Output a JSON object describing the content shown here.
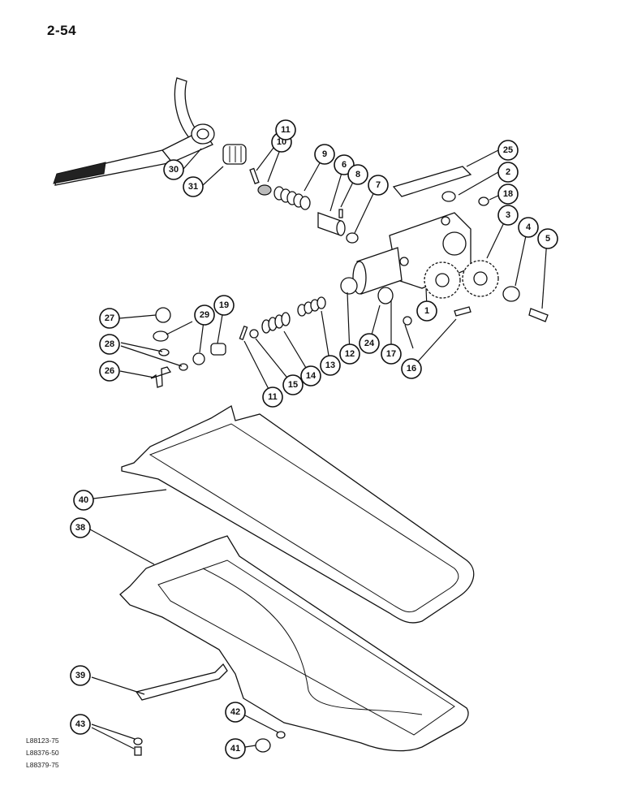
{
  "page": {
    "number": "2-54",
    "references": [
      "L88123-75",
      "L88376-50",
      "L88379-75"
    ]
  },
  "callouts": [
    {
      "id": "c1",
      "label": "1"
    },
    {
      "id": "c2",
      "label": "2"
    },
    {
      "id": "c3",
      "label": "3"
    },
    {
      "id": "c4",
      "label": "4"
    },
    {
      "id": "c5",
      "label": "5"
    },
    {
      "id": "c6",
      "label": "6"
    },
    {
      "id": "c7",
      "label": "7"
    },
    {
      "id": "c8",
      "label": "8"
    },
    {
      "id": "c9",
      "label": "9"
    },
    {
      "id": "c10",
      "label": "10"
    },
    {
      "id": "c11a",
      "label": "11"
    },
    {
      "id": "c11b",
      "label": "11"
    },
    {
      "id": "c12",
      "label": "12"
    },
    {
      "id": "c13",
      "label": "13"
    },
    {
      "id": "c14",
      "label": "14"
    },
    {
      "id": "c15",
      "label": "15"
    },
    {
      "id": "c16",
      "label": "16"
    },
    {
      "id": "c17",
      "label": "17"
    },
    {
      "id": "c18",
      "label": "18"
    },
    {
      "id": "c19",
      "label": "19"
    },
    {
      "id": "c24",
      "label": "24"
    },
    {
      "id": "c25",
      "label": "25"
    },
    {
      "id": "c26",
      "label": "26"
    },
    {
      "id": "c27",
      "label": "27"
    },
    {
      "id": "c28",
      "label": "28"
    },
    {
      "id": "c29",
      "label": "29"
    },
    {
      "id": "c30",
      "label": "30"
    },
    {
      "id": "c31",
      "label": "31"
    },
    {
      "id": "c38",
      "label": "38"
    },
    {
      "id": "c39",
      "label": "39"
    },
    {
      "id": "c40",
      "label": "40"
    },
    {
      "id": "c41",
      "label": "41"
    },
    {
      "id": "c42",
      "label": "42"
    },
    {
      "id": "c43",
      "label": "43"
    }
  ]
}
